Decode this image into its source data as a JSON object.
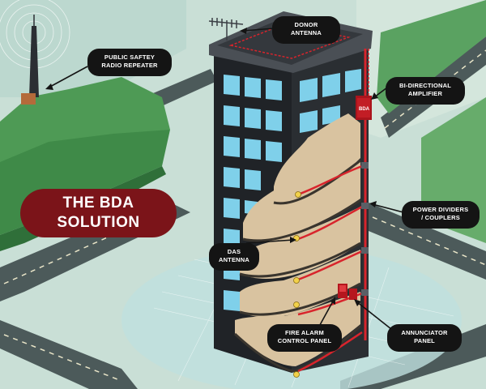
{
  "title": {
    "line1": "THE BDA",
    "line2": "SOLUTION"
  },
  "labels": {
    "donor_antenna": [
      "DONOR",
      "ANTENNA"
    ],
    "repeater": [
      "PUBLIC SAFTEY",
      "RADIO REPEATER"
    ],
    "amplifier": [
      "BI-DIRECTIONAL",
      "AMPLIFIER"
    ],
    "power_dividers": [
      "POWER DIVIDERS",
      "/ COUPLERS"
    ],
    "das_antenna": [
      "DAS",
      "ANTENNA"
    ],
    "fire_alarm": [
      "FIRE ALARM",
      "CONTROL PANEL"
    ],
    "annunciator": [
      "ANNUNCIATOR",
      "PANEL"
    ]
  },
  "amplifier_tag": "BDA",
  "colors": {
    "grass_light": "#c9dfd6",
    "grass_green": "#4e9a55",
    "road": "#4c5a5a",
    "building_dark": "#26292d",
    "window_blue": "#7fd0ea",
    "floor_tan": "#d9c3a0",
    "cable_red": "#d8242c",
    "title_red": "#7b1419",
    "label_black": "#141414"
  }
}
